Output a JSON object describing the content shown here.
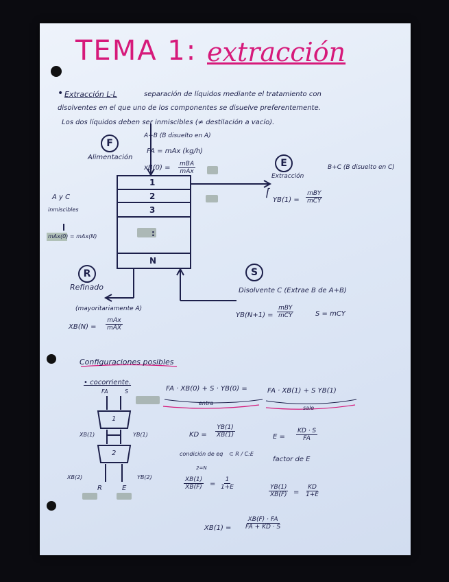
{
  "title": {
    "part1": "TEMA 1:",
    "part2": "extracción"
  },
  "intro": {
    "bullet": "•",
    "line1_head": "Extracción L-L",
    "line1_rest": "separación de líquidos mediante el tratamiento con",
    "line2": "disolventes en el que uno de los componentes se disuelve preferentemente.",
    "line3": "Los dos líquidos deben ser inmiscibles (≠ destilación a vacío)."
  },
  "diagram": {
    "F_letter": "F",
    "feed_label": "Alimentación",
    "feed_desc": "A+B (B disuelto en A)",
    "fa_eq": "FA = mAx (kg/h)",
    "xb0_lhs": "xB(0) =",
    "xb0_num": "mBA",
    "xb0_den": "mAx",
    "stages": [
      "1",
      "2",
      "3",
      ":",
      "N"
    ],
    "E_letter": "E",
    "extract_label": "Extracción",
    "extract_desc": "B+C (B disuelto en C)",
    "yb1_lhs": "YB(1) =",
    "yb1_num": "mBY",
    "yb1_den": "mCY",
    "ayc": "A y C",
    "inmiscibles": "inmiscibles",
    "arrow_down": "↓",
    "max_eq": "mAx(0) = mAx(N)",
    "R_letter": "R",
    "refinado": "Refinado",
    "mayoritariamente": "(mayoritariamente A)",
    "xbn_lhs": "XB(N) =",
    "xbn_num": "mAx",
    "xbn_den": "mAX",
    "S_letter": "S",
    "disolvente": "Disolvente C (Extrae B de A+B)",
    "ybn1_lhs": "YB(N+1) =",
    "ybn1_num": "mBY",
    "ybn1_den": "mCY",
    "s_eq": "S = mCY"
  },
  "config": {
    "heading": "Configuraciones posibles",
    "cocorriente": "• cocorriente.",
    "fa": "FA",
    "s": "S",
    "stage1": "1",
    "stage2": "2",
    "xb1": "XB(1)",
    "yb1": "YB(1)",
    "xb2": "XB(2)",
    "yb2": "YB(2)",
    "r": "R",
    "e": "E",
    "balance_lhs": "FA · XB(0) + S · YB(0) =",
    "balance_rhs": "FA · XB(1) + S YB(1)",
    "entra": "entra",
    "sale": "sale",
    "kd_lhs": "KD =",
    "kd_num": "YB(1)",
    "kd_den": "XB(1)",
    "condicion": "condición de eq",
    "condicion_sub": "⊂ R / C:E",
    "e_lhs": "E =",
    "e_num": "KD · S",
    "e_den": "FA",
    "factor": "factor de E",
    "zn": "2=N",
    "xratio_num": "XB(1)",
    "xratio_den": "XB(F)",
    "xratio_eq": "=",
    "xratio_rnum": "1",
    "xratio_rden": "1+E",
    "yratio_num": "YB(1)",
    "yratio_den": "XB(F)",
    "yratio_eq": "=",
    "yratio_rnum": "KD",
    "yratio_rden": "1+E",
    "final_lhs": "XB(1) =",
    "final_num": "XB(F) · FA",
    "final_den": "FA + KD · S"
  }
}
